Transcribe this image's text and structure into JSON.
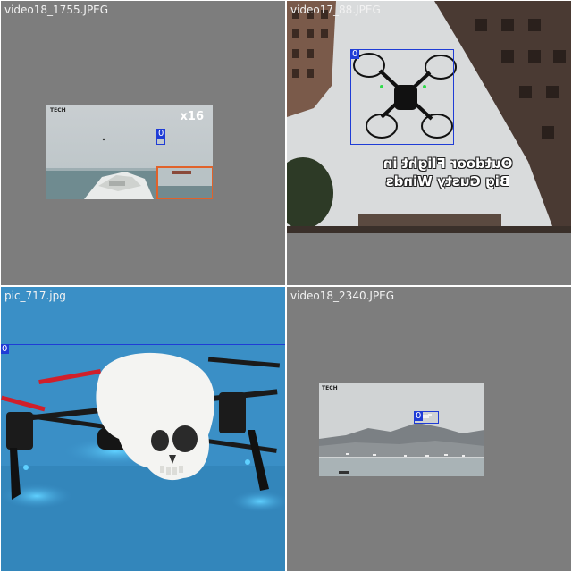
{
  "panels": [
    {
      "filename": "video18_1755.JPEG",
      "box_label": "0",
      "brand_prefix": "",
      "brand_suffix": "TECH",
      "zoom": "x16"
    },
    {
      "filename": "video17_88.JPEG",
      "box_label": "0",
      "caption_line1": "Outdoor Flight in",
      "caption_line2": "Big Gusty Winds"
    },
    {
      "filename": "pic_717.jpg",
      "box_label": "0"
    },
    {
      "filename": "video18_2340.JPEG",
      "box_label": "0",
      "brand_prefix": "",
      "brand_suffix": "TECH"
    }
  ],
  "colors": {
    "cell_background": "#7d7d7d",
    "bbox": "#1f3cd6",
    "sky": "#cfd3d6",
    "water": "#6f8b90",
    "studio_blue": "#3a8fc6"
  },
  "icons": [
    "drone-icon",
    "skull-drone-icon",
    "boat-icon"
  ]
}
